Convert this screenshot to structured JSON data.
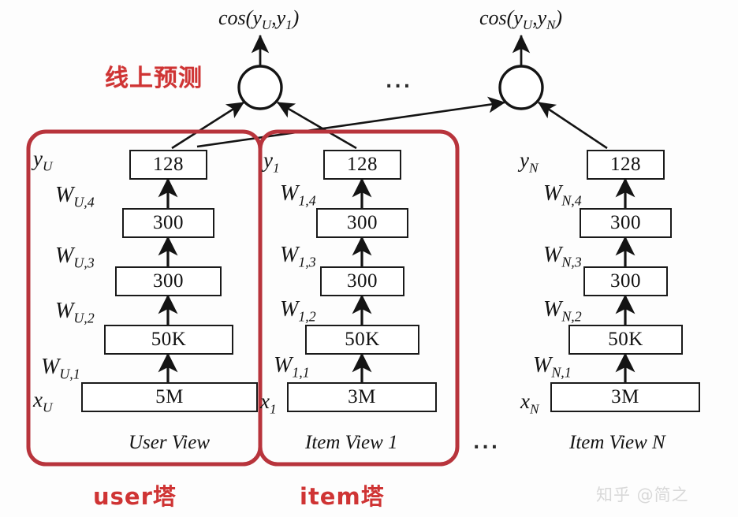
{
  "figure": {
    "title_red_annotation": "线上预测",
    "watermark": "知乎 @简之",
    "ellipsis_top": "...",
    "ellipsis_bottom": "...",
    "colors": {
      "red_box": "#b8343c",
      "red_text": "#cf3434",
      "node_border": "#1a1a1a",
      "background": "#fdfdfd"
    }
  },
  "outputs": [
    {
      "name": "cos-left",
      "text_main": "cos(y",
      "sub1": "U",
      "mid": ",y",
      "sub2": "1",
      "close": ")"
    },
    {
      "name": "cos-right",
      "text_main": "cos(y",
      "sub1": "U",
      "mid": ",y",
      "sub2": "N",
      "close": ")"
    }
  ],
  "groups": [
    {
      "id": "user-tower",
      "label": "user塔"
    },
    {
      "id": "item-tower",
      "label": "item塔"
    }
  ],
  "towers": [
    {
      "id": "user",
      "view_caption": "User View",
      "output_var": "y",
      "output_sub": "U",
      "input_var": "x",
      "input_sub": "U",
      "layers": [
        {
          "value": "128"
        },
        {
          "value": "300"
        },
        {
          "value": "300"
        },
        {
          "value": "50K"
        },
        {
          "value": "5M"
        }
      ],
      "weights": [
        {
          "base": "W",
          "sub": "U,4"
        },
        {
          "base": "W",
          "sub": "U,3"
        },
        {
          "base": "W",
          "sub": "U,2"
        },
        {
          "base": "W",
          "sub": "U,1"
        }
      ]
    },
    {
      "id": "item1",
      "view_caption": "Item View 1",
      "output_var": "y",
      "output_sub": "1",
      "input_var": "x",
      "input_sub": "1",
      "layers": [
        {
          "value": "128"
        },
        {
          "value": "300"
        },
        {
          "value": "300"
        },
        {
          "value": "50K"
        },
        {
          "value": "3M"
        }
      ],
      "weights": [
        {
          "base": "W",
          "sub": "1,4"
        },
        {
          "base": "W",
          "sub": "1,3"
        },
        {
          "base": "W",
          "sub": "1,2"
        },
        {
          "base": "W",
          "sub": "1,1"
        }
      ]
    },
    {
      "id": "itemN",
      "view_caption": "Item View N",
      "output_var": "y",
      "output_sub": "N",
      "input_var": "x",
      "input_sub": "N",
      "layers": [
        {
          "value": "128"
        },
        {
          "value": "300"
        },
        {
          "value": "300"
        },
        {
          "value": "50K"
        },
        {
          "value": "3M"
        }
      ],
      "weights": [
        {
          "base": "W",
          "sub": "N,4"
        },
        {
          "base": "W",
          "sub": "N,3"
        },
        {
          "base": "W",
          "sub": "N,2"
        },
        {
          "base": "W",
          "sub": "N,1"
        }
      ]
    }
  ]
}
